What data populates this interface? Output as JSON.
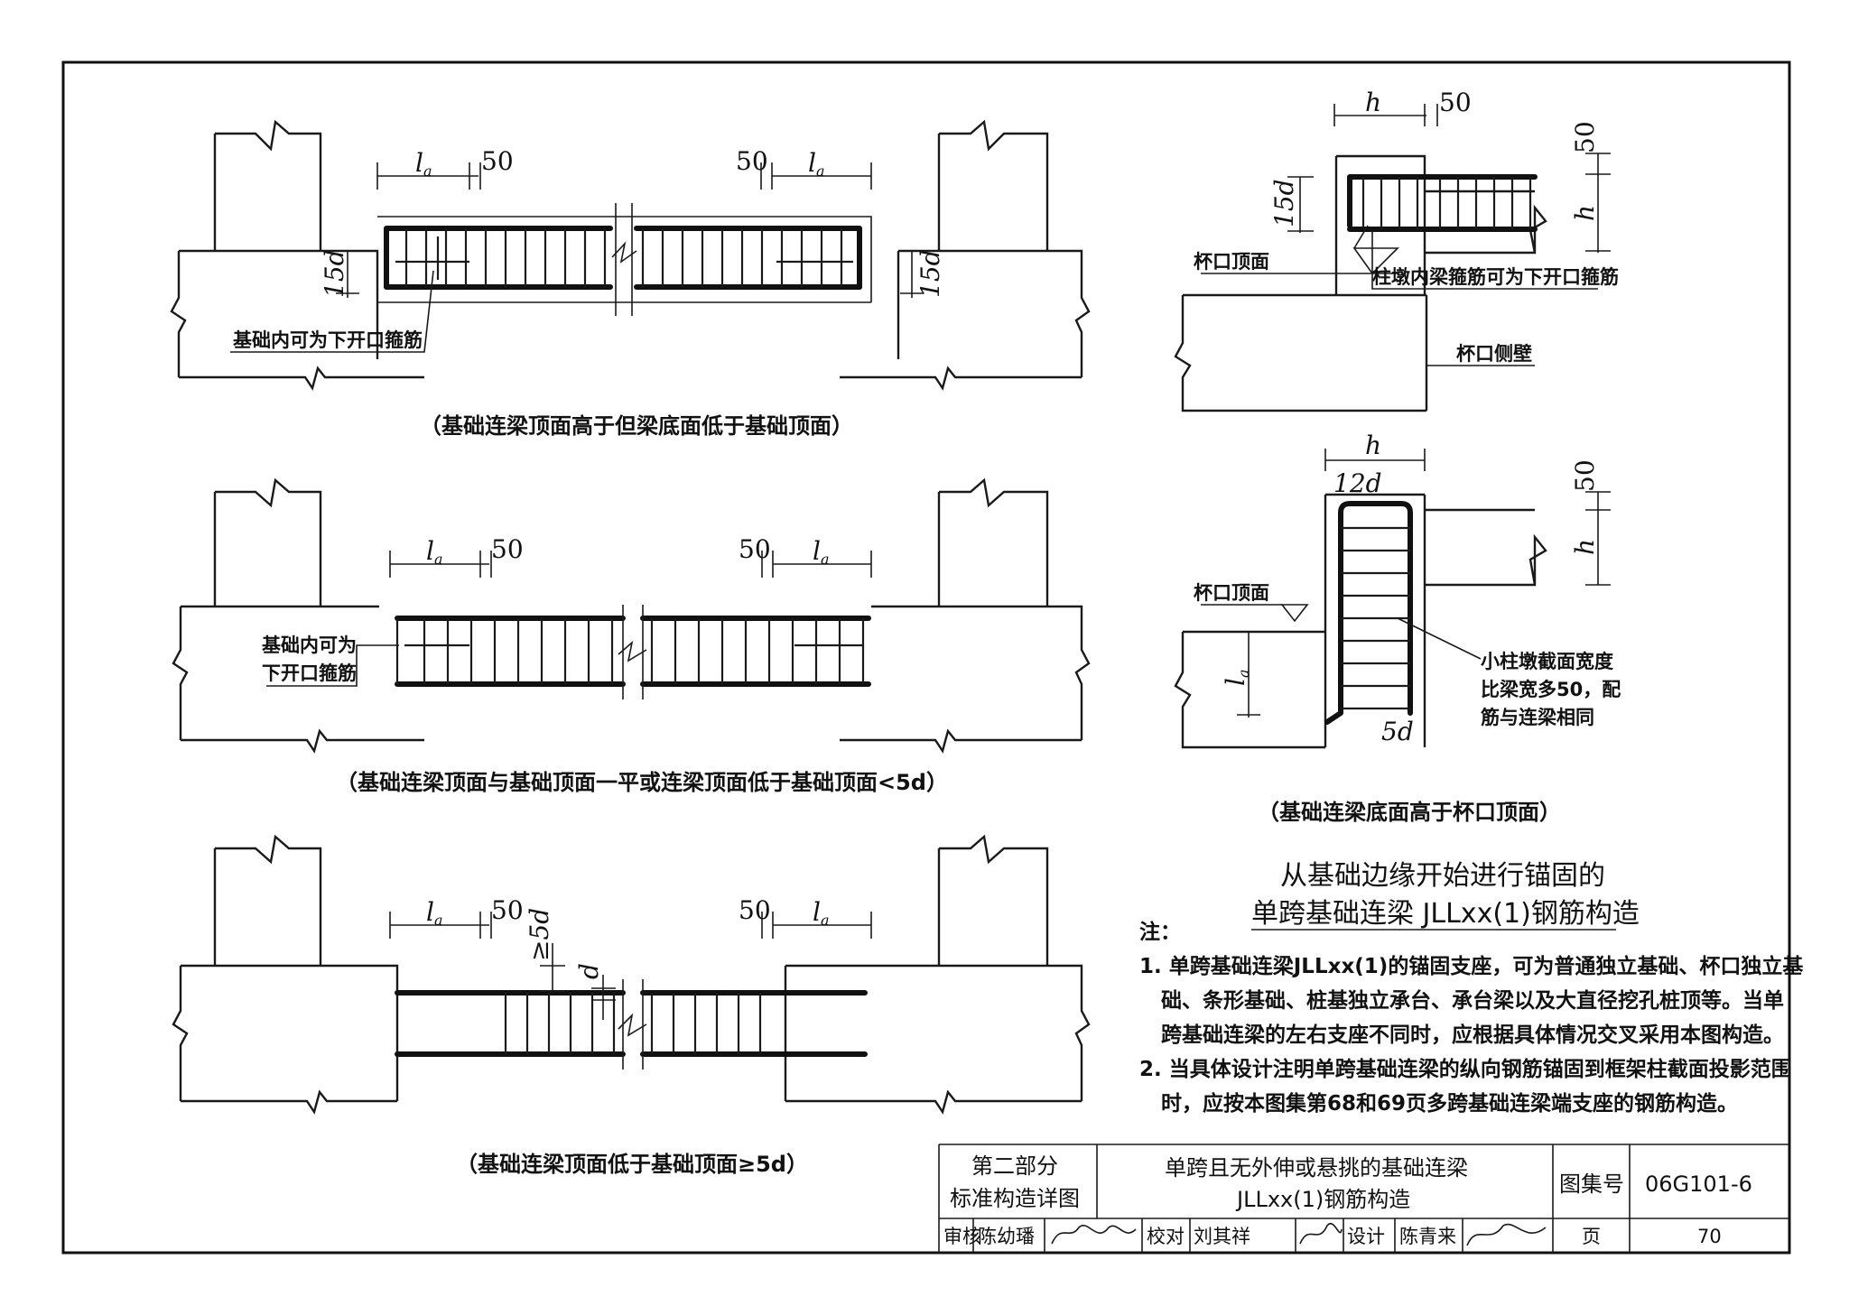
{
  "labels": {
    "dim_50": "50",
    "dim_la_l": "l",
    "dim_la_sub": "a",
    "dim_15d": "15d",
    "dim_h": "h",
    "dim_12d": "12d",
    "dim_5d": "5d",
    "dim_ge5d": "≥5d",
    "dim_d": "d"
  },
  "notes_in_figs": {
    "fig1_note": "基础内可为下开口箍筋",
    "fig2_note_line1": "基础内可为",
    "fig2_note_line2": "下开口箍筋",
    "fig4_cup_top": "杯口顶面",
    "fig4_stirrup": "柱墩内梁箍筋可为下开口箍筋",
    "fig4_cup_wall": "杯口侧壁",
    "fig5_cup_top": "杯口顶面",
    "fig5_note_line1": "小柱墩截面宽度",
    "fig5_note_line2": "比梁宽多50，配",
    "fig5_note_line3": "筋与连梁相同"
  },
  "captions": {
    "fig1": "（基础连梁顶面高于但梁底面低于基础顶面）",
    "fig2": "（基础连梁顶面与基础顶面一平或连梁顶面低于基础顶面<5d）",
    "fig3": "（基础连梁顶面低于基础顶面≥5d）",
    "fig4_5": "（基础连梁底面高于杯口顶面）"
  },
  "heading": {
    "line1": "从基础边缘开始进行锚固的",
    "line2": "单跨基础连梁 JLLxx(1)钢筋构造"
  },
  "notes": {
    "label": "注：",
    "items": [
      "1. 单跨基础连梁JLLxx(1)的锚固支座，可为普通独立基础、杯口独立基",
      "础、条形基础、桩基独立承台、承台梁以及大直径挖孔桩顶等。当单",
      "跨基础连梁的左右支座不同时，应根据具体情况交叉采用本图构造。",
      "2. 当具体设计注明单跨基础连梁的纵向钢筋锚固到框架柱截面投影范围",
      "时，应按本图集第68和69页多跨基础连梁端支座的钢筋构造。"
    ]
  },
  "title_block": {
    "part": "第二部分",
    "part_sub": "标准构造详图",
    "drawing_title_1": "单跨且无外伸或悬挑的基础连梁",
    "drawing_title_2": "JLLxx(1)钢筋构造",
    "atlas_label": "图集号",
    "atlas_no": "06G101-6",
    "review_label": "审核",
    "review_name": "陈幼璠",
    "check_label": "校对",
    "check_name": "刘其祥",
    "design_label": "设计",
    "design_name": "陈青来",
    "page_label": "页",
    "page_no": "70"
  }
}
